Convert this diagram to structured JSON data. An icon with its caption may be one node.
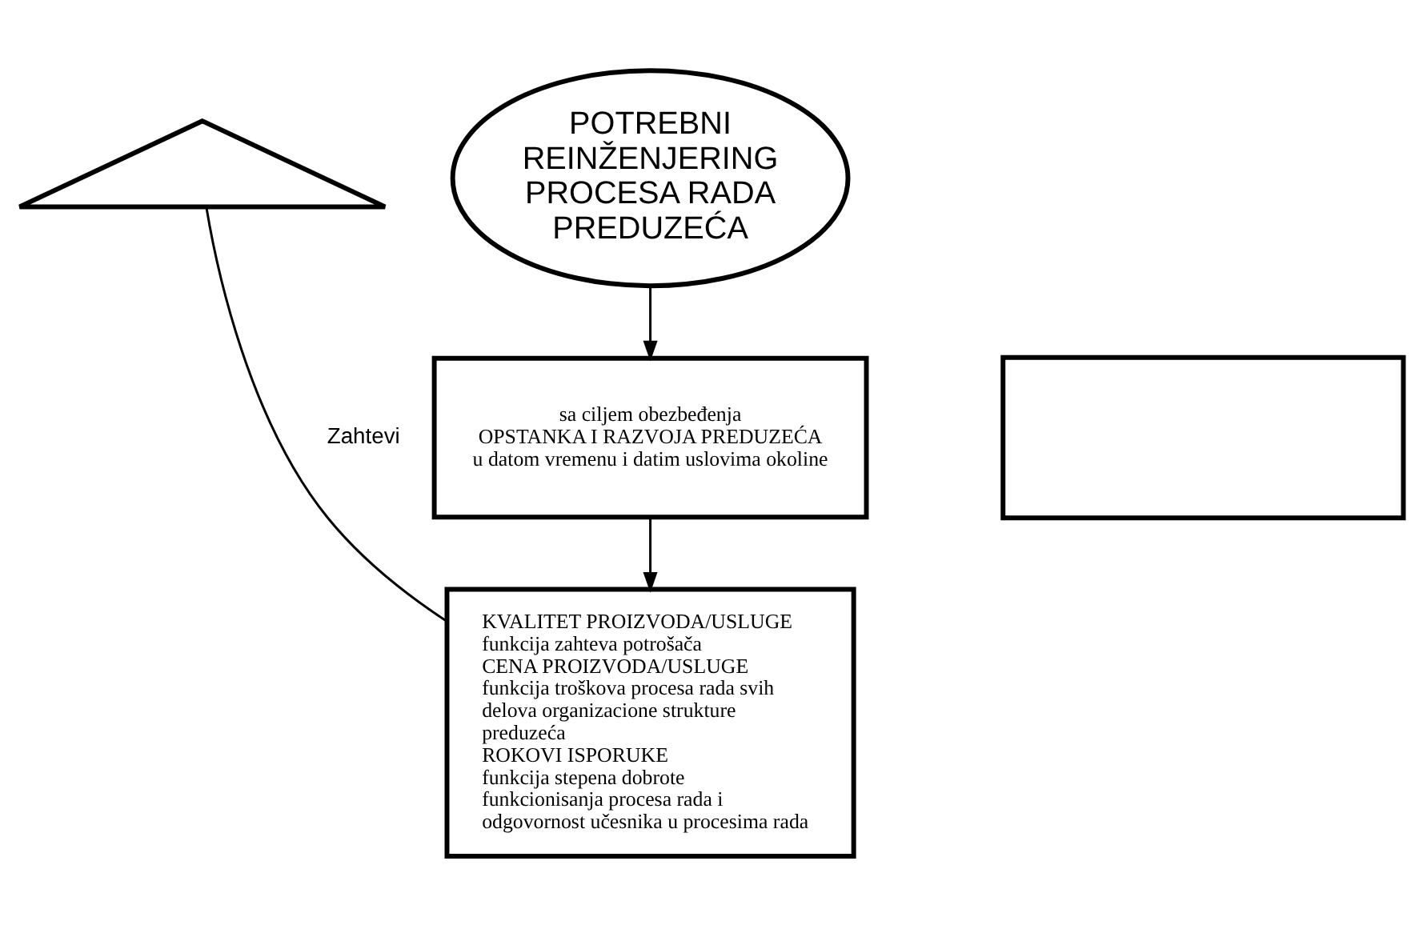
{
  "diagram": {
    "nodes": [
      {
        "text": [],
        "shape": "triangle"
      },
      {
        "text": [
          "POTREBNI REINŽENJERING PROCESA RADA PREDUZEĆA"
        ]
      },
      {
        "text": [
          "KVALITET PROIZVODA/USLUGE",
          "funkcija zahteva potrošača",
          "CENA PROIZVODA/USLUGE",
          "funkcija troškova procesa rada svih delova organizacione strukture preduzeća",
          "ROKOVI ISPORUKE",
          "funkcija stepena dobrote funkcionisanja procesa rada i odgovornost učesnika u procesima rada"
        ]
      },
      {
        "text": [
          "sa ciljem obezbeđenja",
          "OPSTANKA I RAZVOJA PREDUZEĆA",
          "u datom vremenu i datim uslovima okoline"
        ]
      },
      {
        "text": [],
        "shape": "box"
      }
    ],
    "edges": [
      {
        "from": 2,
        "to": 0,
        "arrow": "none",
        "label": "Zahtevi"
      },
      {
        "from": 1,
        "to": 3,
        "arrow": "to"
      },
      {
        "from": 3,
        "to": 2,
        "arrow": "to"
      }
    ]
  }
}
